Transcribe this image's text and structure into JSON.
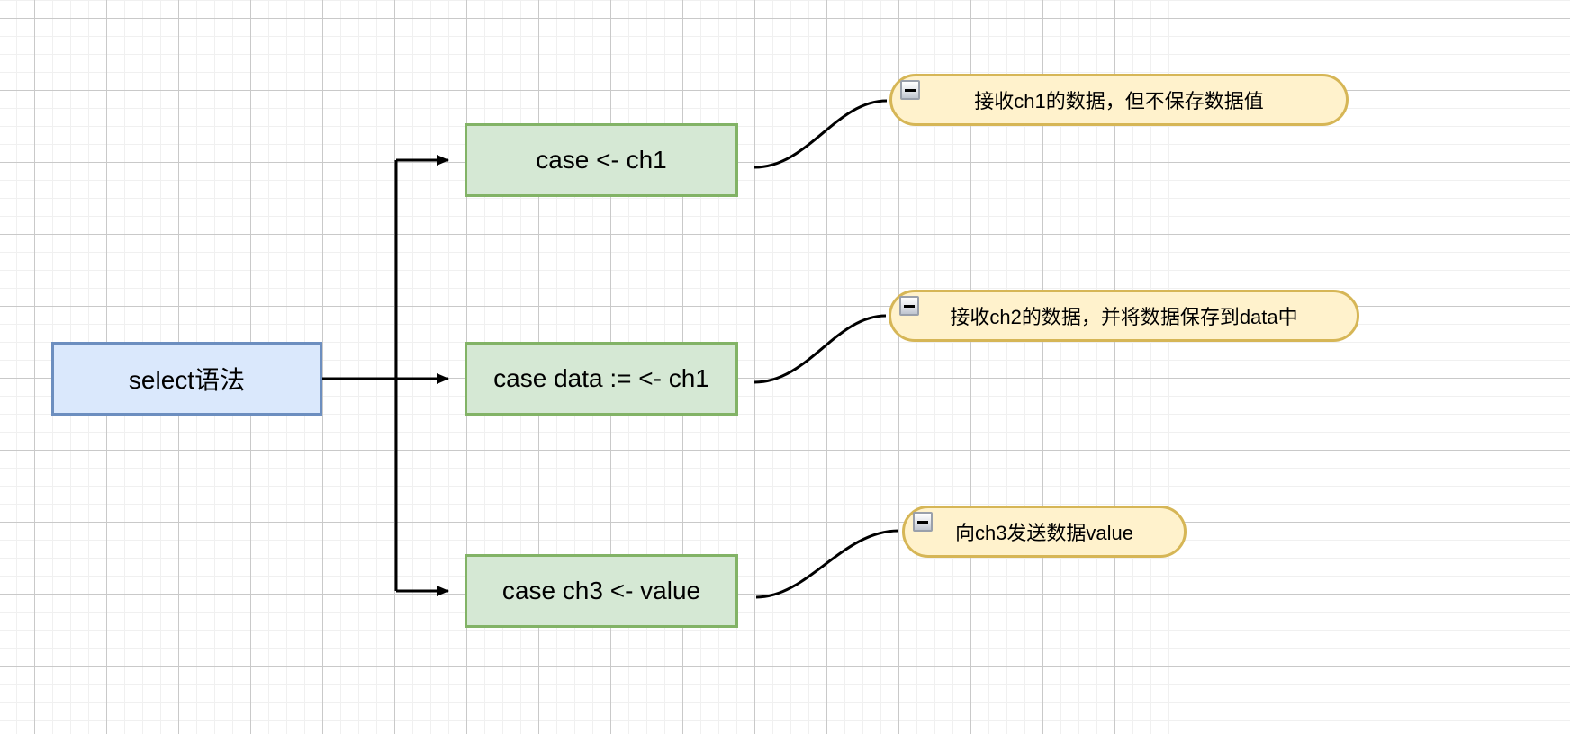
{
  "canvas": {
    "background_color": "#ffffff",
    "grid_minor_color": "#f0f0f0",
    "grid_major_color": "#c9c9c9"
  },
  "diagram": {
    "root": {
      "label": "select语法",
      "fill_color": "#dae8fc",
      "border_color": "#6c8ebf"
    },
    "cases": [
      {
        "label": "case <- ch1",
        "note": "接收ch1的数据，但不保存数据值"
      },
      {
        "label": "case data := <- ch1",
        "note": "接收ch2的数据，并将数据保存到data中"
      },
      {
        "label": "case ch3 <- value",
        "note": "向ch3发送数据value"
      }
    ],
    "case_fill_color": "#d5e8d4",
    "case_border_color": "#82b366",
    "note_fill_color": "#fff2cc",
    "note_border_color": "#d6b656",
    "note_collapse_icon": "minus-icon",
    "connector_color": "#000000"
  }
}
